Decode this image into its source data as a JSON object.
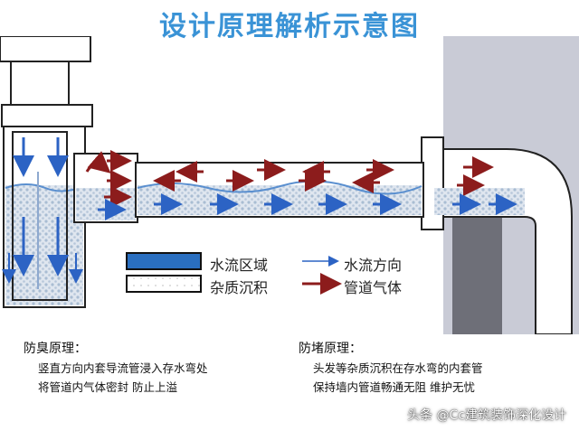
{
  "title": "设计原理解析示意图",
  "legend": {
    "water_flow_area": "水流区域",
    "water_flow_direction": "水流方向",
    "sediment": "杂质沉积",
    "pipe_gas": "管道气体"
  },
  "anti_odor": {
    "heading": "防臭原理：",
    "line1": "竖直方向内套导流管浸入存水弯处",
    "line2": "将管道内气体密封 防止上溢"
  },
  "anti_clog": {
    "heading": "防堵原理：",
    "line1": "头发等杂质沉积在存水弯的内套管",
    "line2": "保持墙内管道畅通无阻 维护无忧"
  },
  "watermark": "头条 @Cc建筑装饰深化设计",
  "colors": {
    "title": "#3a93d6",
    "water": "#2a6fc0",
    "gas_arrow": "#8c1c1c",
    "flow_arrow": "#2c63c4",
    "wall": "#c9cbd6"
  }
}
